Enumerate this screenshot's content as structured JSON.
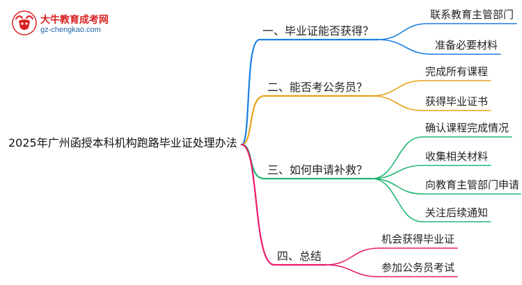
{
  "logo": {
    "icon": "ox-head-logo-icon",
    "name": "大牛教育成考网",
    "url": "gz-chengkao.com"
  },
  "root": "2025年广州函授本科机构跑路毕业证处理办法",
  "branches": [
    {
      "label": "一、毕业证能否获得？",
      "color": "#1a7de0",
      "leaves": [
        "联系教育主管部门",
        "准备必要材料"
      ]
    },
    {
      "label": "二、能否考公务员？",
      "color": "#e6a21a",
      "leaves": [
        "完成所有课程",
        "获得毕业证书"
      ]
    },
    {
      "label": "三、如何申请补救？",
      "color": "#22b573",
      "leaves": [
        "确认课程完成情况",
        "收集相关材料",
        "向教育主管部门申请",
        "关注后续通知"
      ]
    },
    {
      "label": "四、总结",
      "color": "#e8196b",
      "leaves": [
        "机会获得毕业证",
        "参加公务员考试"
      ]
    }
  ]
}
